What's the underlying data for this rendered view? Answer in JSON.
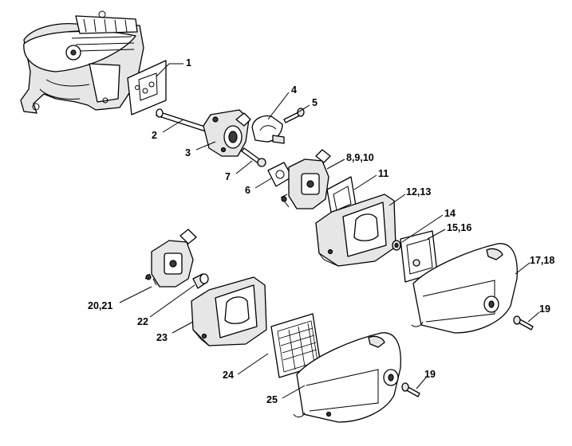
{
  "labels": {
    "l1": "1",
    "l2": "2",
    "l3": "3",
    "l4": "4",
    "l5": "5",
    "l6": "6",
    "l7": "7",
    "l8": "8,9,10",
    "l11": "11",
    "l12": "12,13",
    "l14": "14",
    "l15": "15,16",
    "l17": "17,18",
    "l19a": "19",
    "l19b": "19",
    "l20": "20,21",
    "l22": "22",
    "l23": "23",
    "l24": "24",
    "l25": "25"
  }
}
